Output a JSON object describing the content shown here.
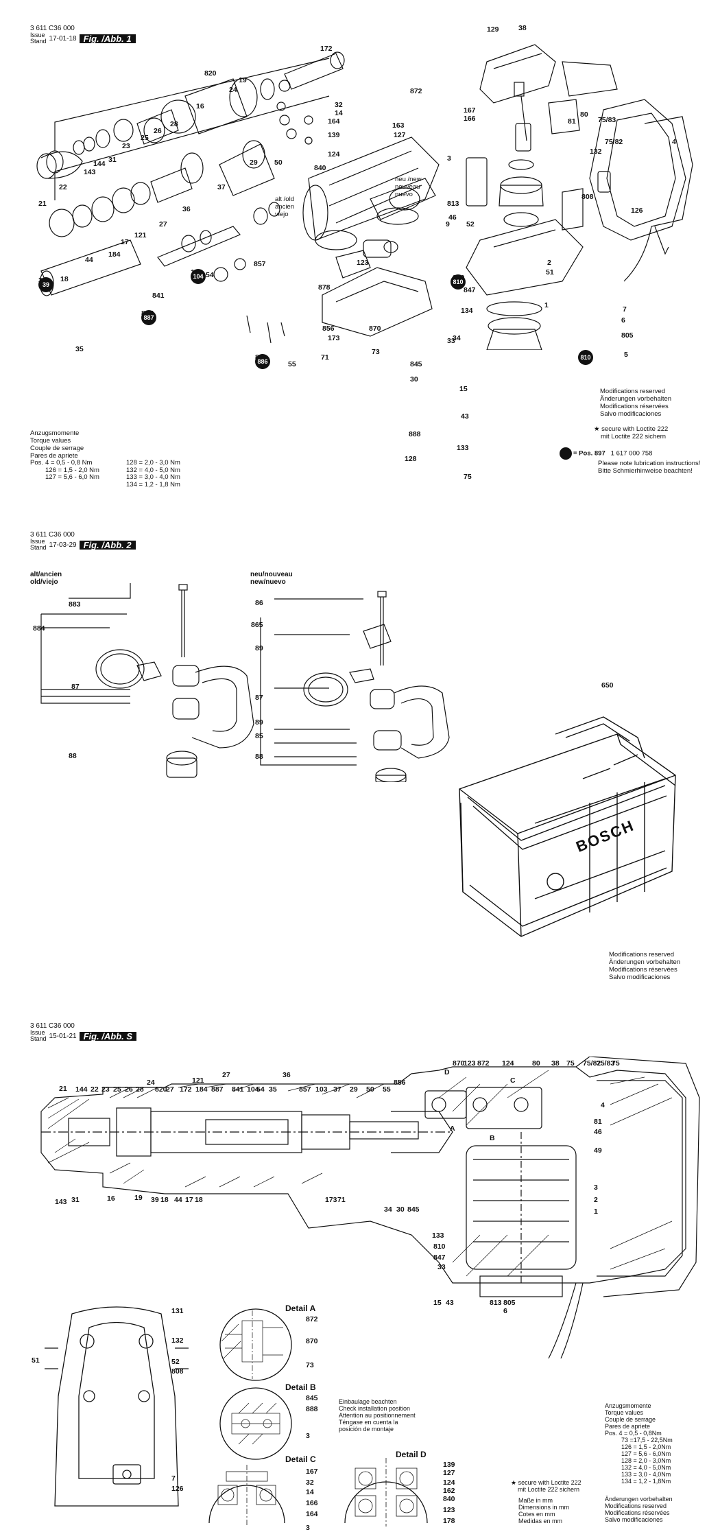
{
  "sheet1": {
    "doc_number": "3 611 C36 000",
    "issue_label": "Issue",
    "stand_label": "Stand",
    "date": "17-01-18",
    "fig_tag": "Fig. /Abb. 1",
    "torque_title": [
      "Anzugsmomente",
      "Torque values",
      "Couple de serrage",
      "Pares de apriete"
    ],
    "torque_rows": [
      [
        "Pos.",
        "4 = 0,5 -  0,8 Nm",
        "128 = 2,0 -  3,0 Nm"
      ],
      [
        "",
        "126 = 1,5 -  2,0 Nm",
        "132 = 4,0 -  5,0 Nm"
      ],
      [
        "",
        "127 = 5,6 -  6,0 Nm",
        "133 = 3,0 -  4,0 Nm"
      ],
      [
        "",
        "",
        "134 = 1,2 -  1,8 Nm"
      ]
    ],
    "modifications": [
      "Modifications reserved",
      "Änderungen vorbehalten",
      "Modifications réservées",
      "Salvo modificaciones"
    ],
    "loctite": [
      "secure with Loctite 222",
      "mit Loctite 222 sichern"
    ],
    "lubrication_pos": "= Pos.",
    "lubrication_pos_num": "897",
    "lubrication_code": "1 617 000 758",
    "lubrication_text": [
      "Please note lubrication instructions!",
      "Bitte Schmierhinweise beachten!"
    ],
    "alt_label": [
      "alt /old",
      "ancien",
      "viejo"
    ],
    "neu_label": [
      "neu /new",
      "nouveau",
      "nuevo"
    ],
    "parts": [
      "172",
      "820",
      "19",
      "24",
      "16",
      "28",
      "26",
      "25",
      "23",
      "31",
      "144",
      "143",
      "22",
      "21",
      "37",
      "36",
      "29",
      "50",
      "121",
      "27",
      "17",
      "184",
      "44",
      "18",
      "39",
      "54",
      "104",
      "857",
      "841",
      "887",
      "35",
      "32",
      "14",
      "164",
      "139",
      "840",
      "124",
      "127",
      "163",
      "872",
      "123",
      "878",
      "856",
      "870",
      "173",
      "71",
      "73",
      "55",
      "886",
      "30",
      "845",
      "888",
      "128",
      "129",
      "38",
      "167",
      "166",
      "81",
      "80",
      "3",
      "813",
      "46",
      "9",
      "52",
      "2",
      "51",
      "810",
      "847",
      "134",
      "1",
      "34",
      "33",
      "15",
      "43",
      "133",
      "75",
      "75/83",
      "75/82",
      "132",
      "4",
      "808",
      "126",
      "7",
      "6",
      "805",
      "5"
    ]
  },
  "sheet2": {
    "doc_number": "3 611 C36 000",
    "issue_label": "Issue",
    "stand_label": "Stand",
    "date": "17-03-29",
    "fig_tag": "Fig. /Abb. 2",
    "old_label": [
      "alt/ancien",
      "old/viejo"
    ],
    "new_label": [
      "neu/nouveau",
      "new/nuevo"
    ],
    "old_parts": [
      "883",
      "884",
      "87",
      "88"
    ],
    "new_parts": [
      "86",
      "865",
      "89",
      "87",
      "89",
      "85",
      "88"
    ],
    "case_part": "650",
    "case_brand": "BOSCH",
    "modifications": [
      "Modifications reserved",
      "Änderungen vorbehalten",
      "Modifications réservées",
      "Salvo modificaciones"
    ]
  },
  "sheet3": {
    "doc_number": "3 611 C36 000",
    "issue_label": "Issue",
    "stand_label": "Stand",
    "date": "15-01-21",
    "fig_tag": "Fig. /Abb. S",
    "top_labels": [
      "21",
      "144",
      "22",
      "23",
      "25",
      "26",
      "28",
      "24",
      "820",
      "27",
      "172",
      "184",
      "121",
      "887",
      "27",
      "841",
      "104",
      "54",
      "35",
      "36",
      "857",
      "103",
      "37",
      "29",
      "50",
      "55",
      "856",
      "870",
      "123",
      "872",
      "124",
      "80",
      "38",
      "75",
      "75/82",
      "75/83",
      "75"
    ],
    "bottom_labels": [
      "143",
      "31",
      "16",
      "19",
      "39",
      "18",
      "44",
      "17",
      "18",
      "173",
      "71",
      "34",
      "30",
      "845"
    ],
    "right_labels": [
      "4",
      "81",
      "46",
      "49",
      "3",
      "2",
      "1"
    ],
    "lower_labels": [
      "133",
      "810",
      "847",
      "33",
      "15",
      "43",
      "813",
      "805",
      "6"
    ],
    "section_letters": [
      "D",
      "C",
      "A",
      "B"
    ],
    "handle_labels": [
      "131",
      "132",
      "51",
      "52",
      "808",
      "7",
      "126"
    ],
    "detail_a": {
      "title": "Detail A",
      "parts": [
        "872",
        "870",
        "73"
      ]
    },
    "detail_b": {
      "title": "Detail B",
      "parts": [
        "845",
        "888",
        "3"
      ]
    },
    "detail_c": {
      "title": "Detail C",
      "parts": [
        "167",
        "32",
        "14",
        "166",
        "164",
        "3"
      ]
    },
    "detail_d": {
      "title": "Detail D",
      "parts": [
        "139",
        "127",
        "124",
        "162",
        "840",
        "123",
        "178"
      ]
    },
    "install_note": [
      "Einbaulage beachten",
      "Check installation position",
      "Attention au positionnement",
      "Téngase en cuenta la",
      "posición de montaje"
    ],
    "loctite": [
      "secure with Loctite 222",
      "mit Loctite 222 sichern"
    ],
    "dimensions": [
      "Maße in mm",
      "Dimensions in mm",
      "Cotes en mm",
      "Medidas en mm"
    ],
    "torque_title": [
      "Anzugsmomente",
      "Torque values",
      "Couple de serrage",
      "Pares de apriete"
    ],
    "torque_rows": [
      "Pos.   4 = 0,5 -  0,8Nm",
      "73 =17,5 - 22,5Nm",
      "126 = 1,5 -  2,0Nm",
      "127 = 5,6 -  6,0Nm",
      "128 = 2,0 -  3,0Nm",
      "132 = 4,0 -  5,0Nm",
      "133 = 3,0 -  4,0Nm",
      "134 = 1,2 -  1,8Nm"
    ],
    "modifications": [
      "Änderungen vorbehalten",
      "Modifications reserved",
      "Modifications réservées",
      "Salvo modificaciones"
    ]
  }
}
